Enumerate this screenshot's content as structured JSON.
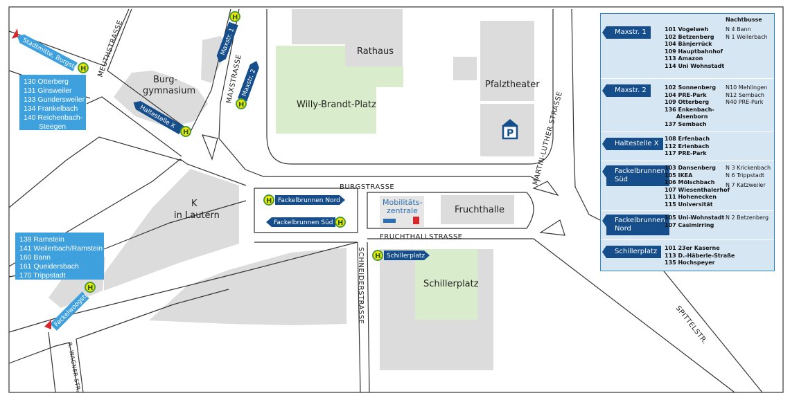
{
  "colors": {
    "stop_blue": "#154e8a",
    "info_blue": "#3ea0dc",
    "green_area": "#d9eccb",
    "building_gray": "#dcdcdc",
    "street_line": "#333333",
    "legend_bg": "#d6e6f3",
    "stop_sign_green": "#9bc23c",
    "red_arrow": "#d7262c"
  },
  "streets": {
    "meuth": "MEUTHSTRASSE",
    "max": "MAXSTRASSE",
    "burg": "BURGSTRASSE",
    "martin_luther": "MARTIN-LUTHER STRASSE",
    "fruchthall": "FRUCHTHALLSTRASSE",
    "schneider": "SCHNEIDERSTRASSE",
    "spittel": "SPITTELSTR.",
    "r_wagner": "R.-WAGNER-STR."
  },
  "places": {
    "rathaus": "Rathaus",
    "pfalztheater": "Pfalztheater",
    "willy_brandt": "Willy-Brandt-Platz",
    "burggymnasium_1": "Burg-",
    "burggymnasium_2": "gymnasium",
    "k_in_lautern_1": "K",
    "k_in_lautern_2": "in Lautern",
    "fruchthalle": "Fruchthalle",
    "schillerplatz": "Schillerplatz",
    "mobilitaet_1": "Mobilitäts-",
    "mobilitaet_2": "zentrale",
    "parking": "P"
  },
  "stops": {
    "stadtmitte": "Stadtmitte, Burgstr.",
    "maxstr1": "Maxstr. 1",
    "maxstr2": "Maxstr. 2",
    "haltestelle_x": "Haltestelle X",
    "fackelbrunnen_nord": "Fackelbrunnen Nord",
    "fackelbrunnen_sued": "Fackelbrunnen Süd",
    "schillerplatz": "Schillerplatz",
    "fackelwoogstr": "Fackelwoogstr.",
    "stop_symbol": "H"
  },
  "info_box_top": [
    "130 Otterberg",
    "131 Ginsweiler",
    "133 Gundersweiler",
    "134 Frankelbach",
    "140 Reichenbach-",
    "Steegen"
  ],
  "info_box_bottom": [
    "139 Ramstein",
    "141 Weilerbach/Ramstein",
    "160 Bann",
    "161 Queidersbach",
    "170 Trippstadt"
  ],
  "legend": {
    "night_title": "Nachtbusse",
    "rows": [
      {
        "stop": [
          "Maxstr. 1"
        ],
        "lines": [
          "101 Vogelweh",
          "102 Betzenberg",
          "104 Bänjerrück",
          "109 Hauptbahnhof",
          "113 Amazon",
          "114 Uni Wohnstadt"
        ],
        "night": [
          "N 4  Bann",
          "N 1  Weilerbach"
        ]
      },
      {
        "stop": [
          "Maxstr. 2"
        ],
        "lines": [
          "102 Sonnenberg",
          "104 PRE-Park",
          "109 Otterberg",
          "136 Enkenbach-",
          "      Alsenborn",
          "137 Sembach"
        ],
        "night": [
          "N10 Mehlingen",
          "N12 Sembach",
          "N40 PRE-Park"
        ]
      },
      {
        "stop": [
          "Haltestelle X"
        ],
        "lines": [
          "108 Erfenbach",
          "112 Erlenbach",
          "117 PRE-Park"
        ],
        "night": []
      },
      {
        "stop": [
          "Fackelbrunnen",
          "Süd"
        ],
        "lines": [
          "103 Dansenberg",
          "105 IKEA",
          "106 Mölschbach",
          "107 Wiesenthalerhof",
          "111 Hohenecken",
          "115 Universität"
        ],
        "night": [
          "N 3  Krickenbach",
          "N 6  Trippstadt",
          "N 7  Katzweiler"
        ]
      },
      {
        "stop": [
          "Fackelbrunnen",
          "Nord"
        ],
        "lines": [
          "105 Uni-Wohnstadt",
          "107 Casimirring"
        ],
        "night": [
          "N 2  Betzenberg"
        ]
      },
      {
        "stop": [
          "Schillerplatz"
        ],
        "lines": [
          "101 23er Kaserne",
          "113 D.-Häberle-Straße",
          "135 Hochspeyer"
        ],
        "night": []
      }
    ]
  }
}
